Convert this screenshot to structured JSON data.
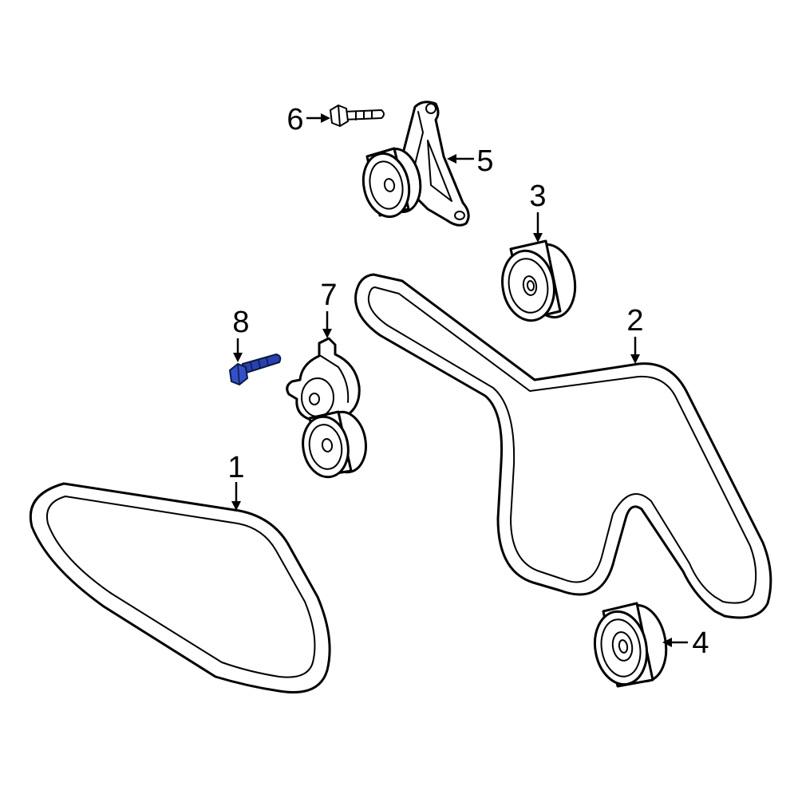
{
  "callouts": {
    "c1": "1",
    "c2": "2",
    "c3": "3",
    "c4": "4",
    "c5": "5",
    "c6": "6",
    "c7": "7",
    "c8": "8"
  },
  "colors": {
    "line": "#000000",
    "background": "#ffffff",
    "highlight": "#2a3fb0"
  }
}
